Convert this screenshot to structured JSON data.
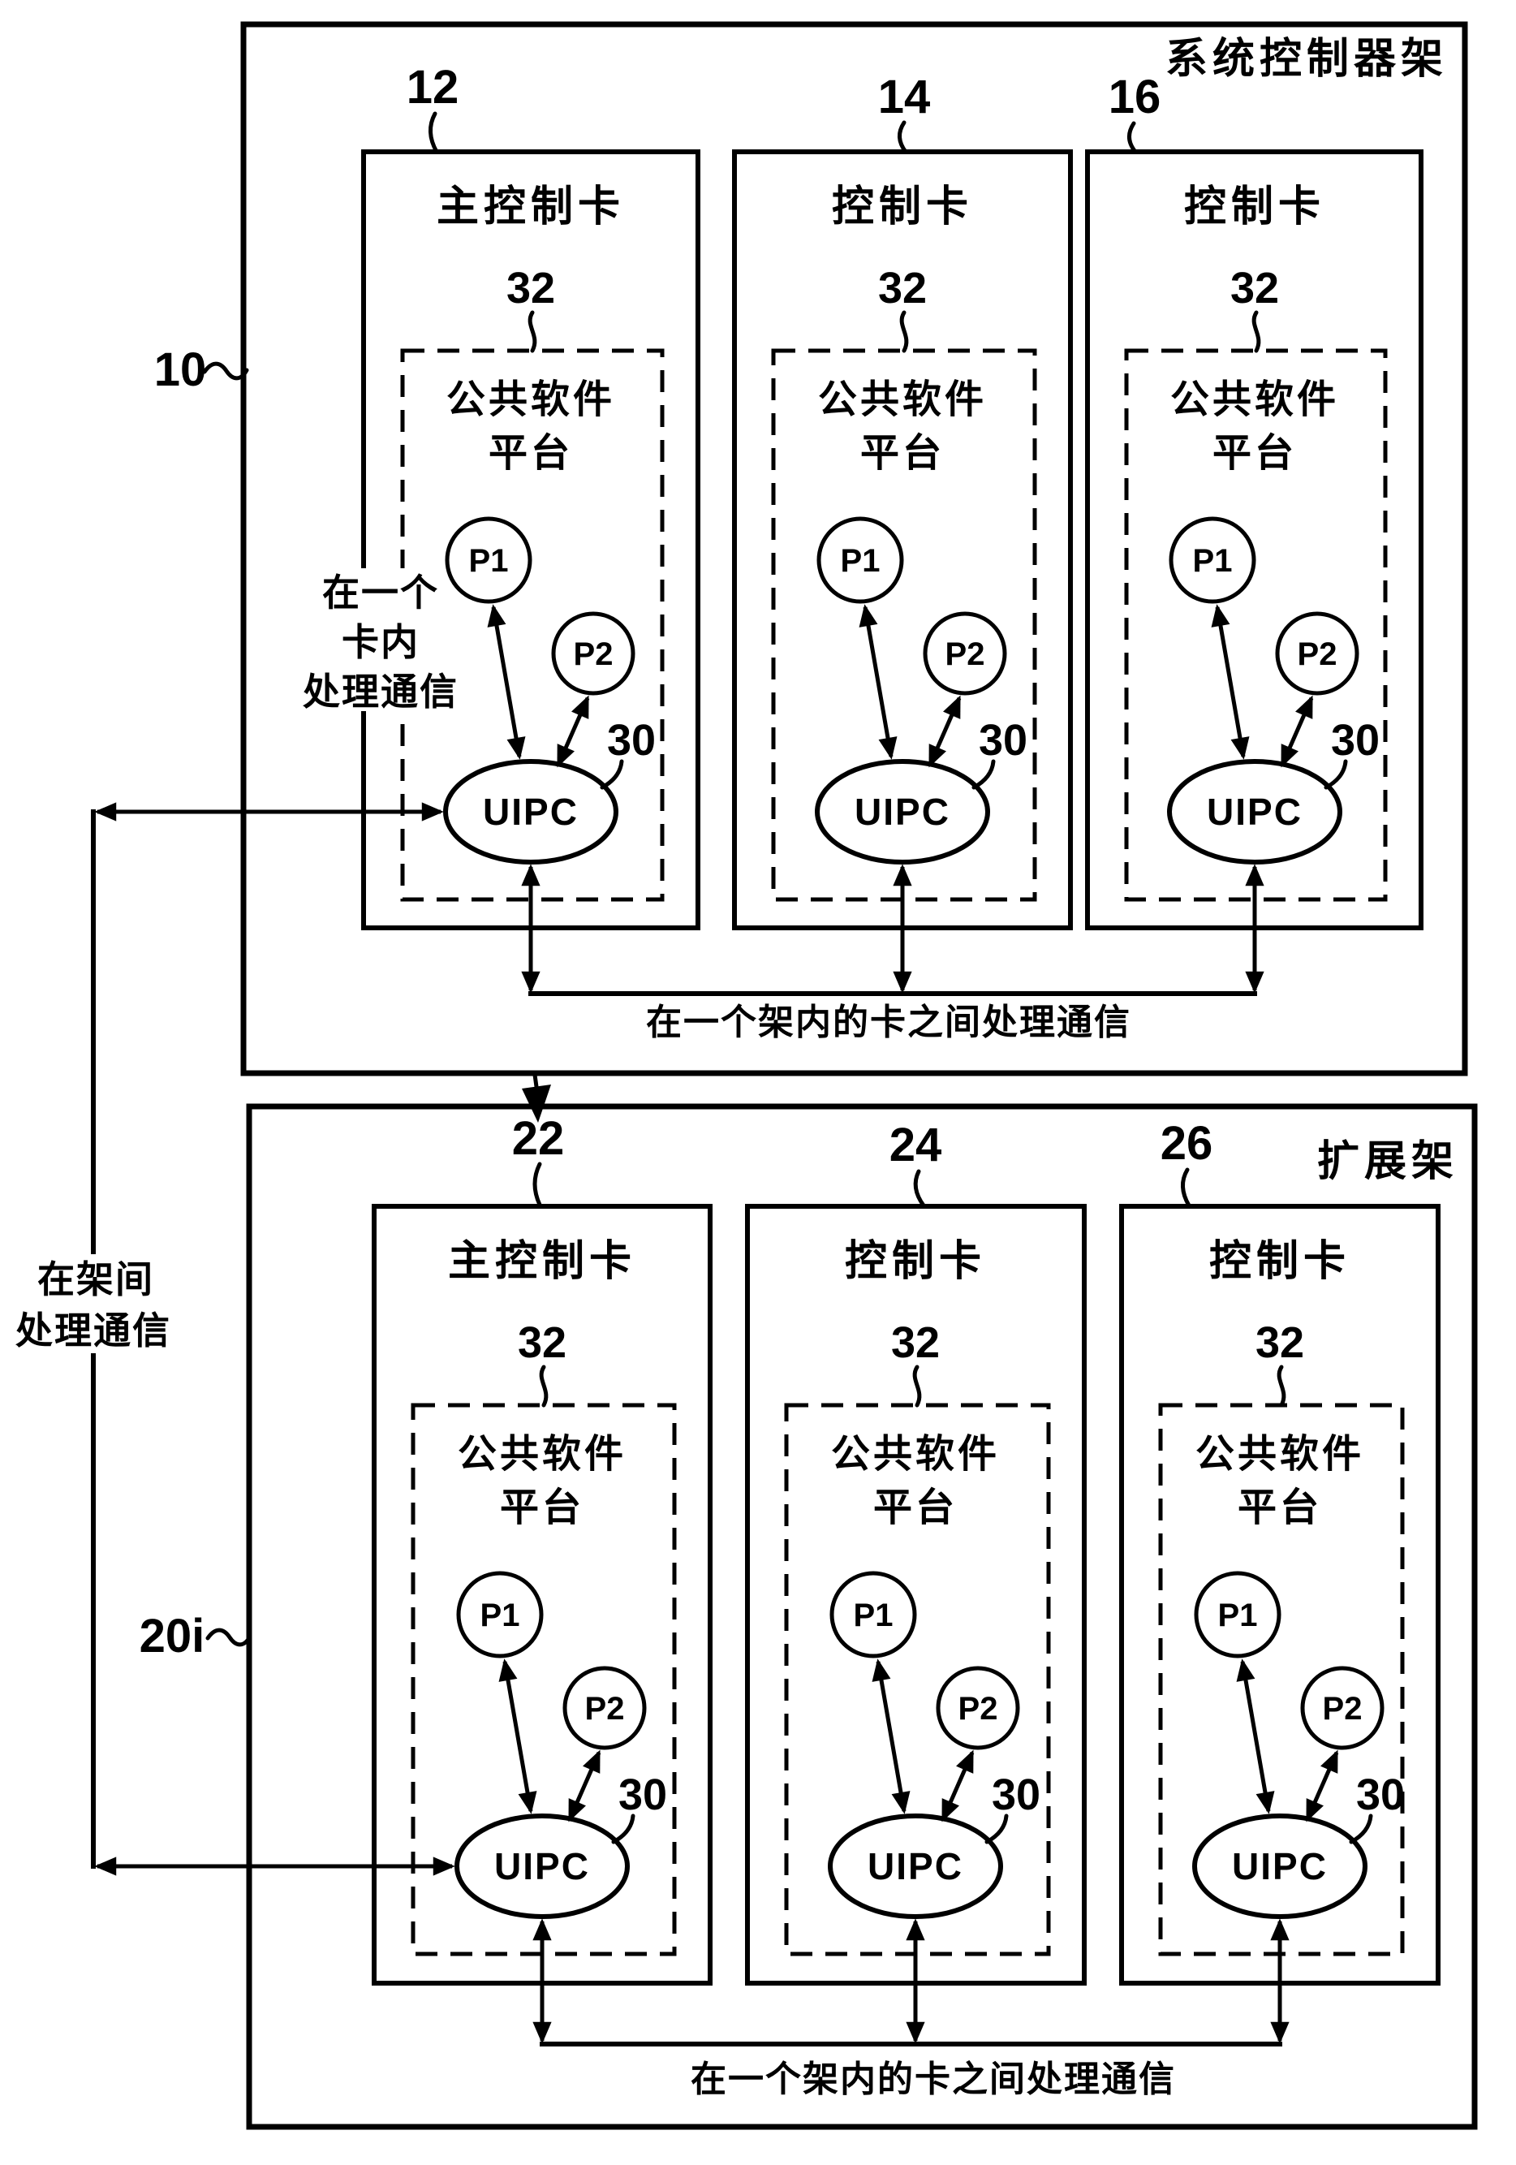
{
  "colors": {
    "ink": "#000000",
    "paper": "#ffffff"
  },
  "shared": {
    "platform_ref": "32",
    "uipc_ref": "30",
    "platform_line1": "公共软件",
    "platform_line2": "平台",
    "p1": "P1",
    "p2": "P2",
    "uipc": "UIPC"
  },
  "r1": {
    "title": "系统控制器架",
    "ref": "10",
    "card_refs": [
      "12",
      "14",
      "16"
    ],
    "bus_label": "在一个架内的卡之间处理通信",
    "cards": [
      {
        "title": "主控制卡"
      },
      {
        "title": "控制卡"
      },
      {
        "title": "控制卡"
      }
    ]
  },
  "r2": {
    "title": "扩展架",
    "ref": "20i",
    "card_refs": [
      "22",
      "24",
      "26"
    ],
    "bus_label": "在一个架内的卡之间处理通信",
    "cards": [
      {
        "title": "主控制卡"
      },
      {
        "title": "控制卡"
      },
      {
        "title": "控制卡"
      }
    ]
  },
  "labels": {
    "intra_card": {
      "line1": "在一个",
      "line2": "卡内",
      "line3": "处理通信"
    },
    "inter_shelf": {
      "line1": "在架间",
      "line2": "处理通信"
    }
  }
}
